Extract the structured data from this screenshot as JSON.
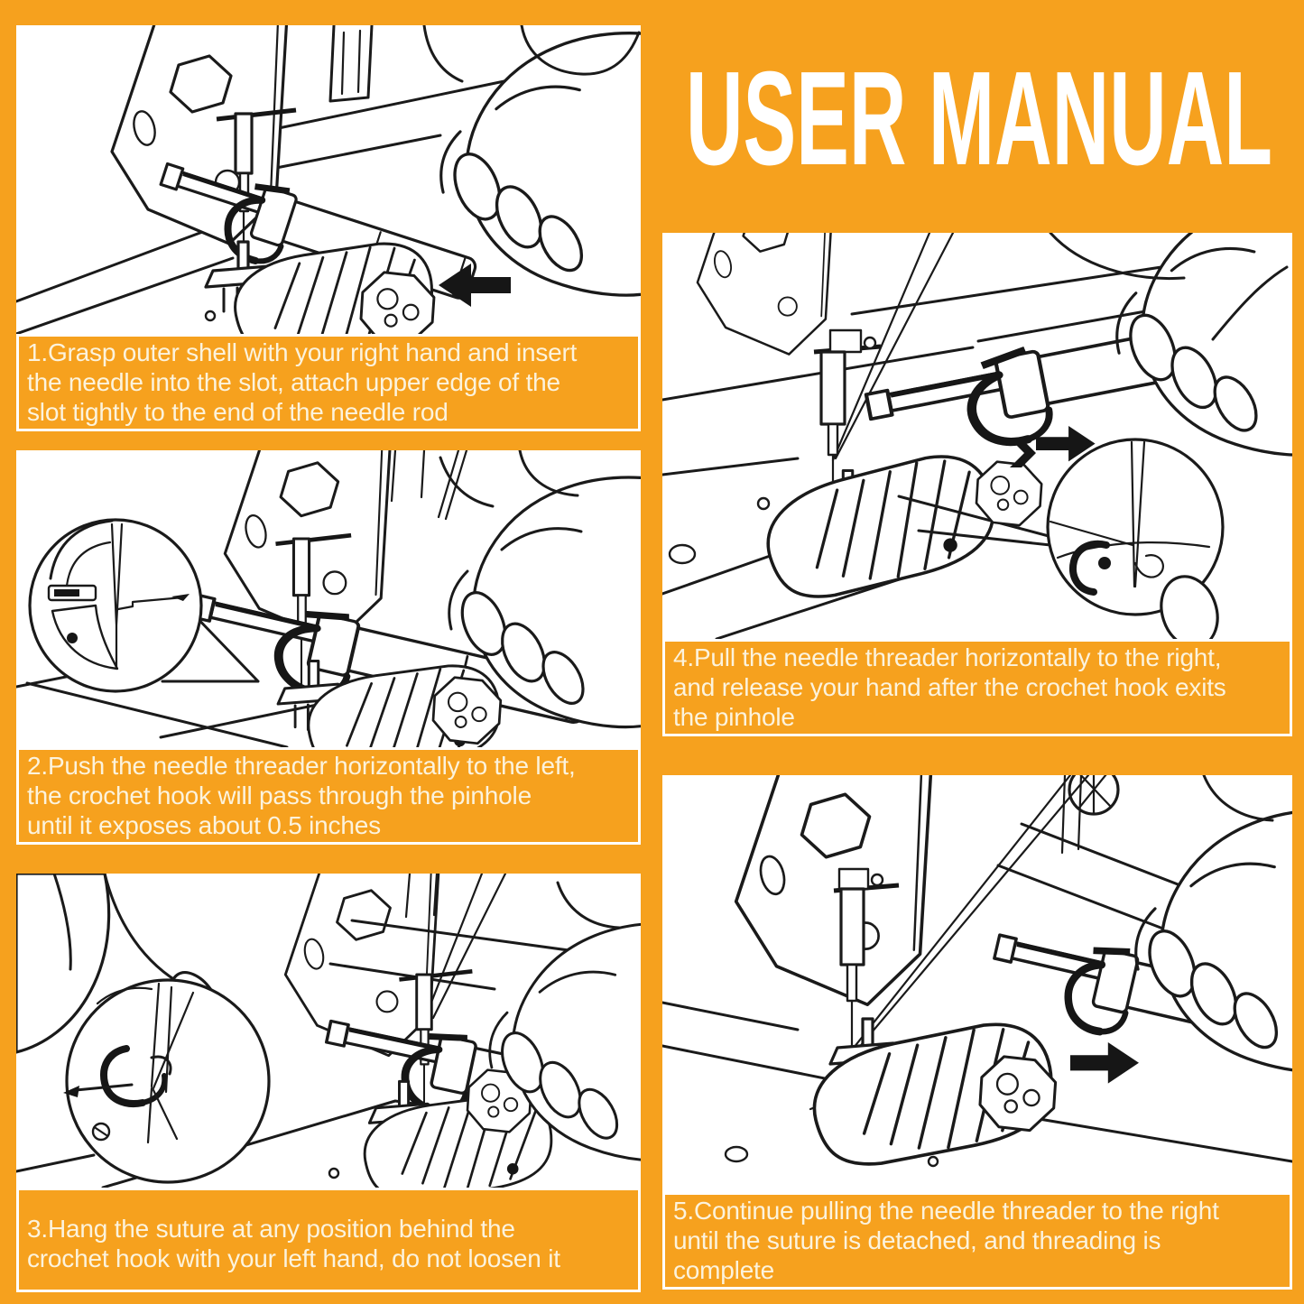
{
  "title": "USER MANUAL",
  "colors": {
    "background": "#F6A11E",
    "panel_background": "#FFFFFF",
    "caption_background": "#F6A11E",
    "caption_border": "#FFFFFF",
    "caption_text": "#FCF3DD",
    "title_text": "#FFFFFF",
    "line_art": "#1A1A1A"
  },
  "icons": {
    "step1": "arrow-left-icon",
    "step2": "arrow-left-icon",
    "step4": "arrow-right-icon",
    "step5": "arrow-right-icon",
    "magnifier": "magnifier-circle-icon"
  },
  "steps": [
    {
      "number": 1,
      "caption_lines": [
        "1.Grasp outer shell with your right hand and insert",
        "the needle into the slot, attach upper edge of the",
        "slot tightly to the end of the needle rod"
      ],
      "arrow_direction": "left",
      "has_magnifier": false
    },
    {
      "number": 2,
      "caption_lines": [
        "2.Push the needle threader horizontally to the left,",
        "the crochet hook will pass through the pinhole",
        "until it exposes about 0.5 inches"
      ],
      "arrow_direction": "left",
      "has_magnifier": true
    },
    {
      "number": 3,
      "caption_lines": [
        "3.Hang the suture at any position behind the",
        "crochet hook with your left hand, do not loosen it"
      ],
      "arrow_direction": "none",
      "has_magnifier": true
    },
    {
      "number": 4,
      "caption_lines": [
        "4.Pull the needle threader horizontally to the right,",
        "and release your hand after the crochet hook exits",
        "the pinhole"
      ],
      "arrow_direction": "right",
      "has_magnifier": true
    },
    {
      "number": 5,
      "caption_lines": [
        "5.Continue pulling the needle threader to the right",
        "until the suture is detached, and threading is",
        "complete"
      ],
      "arrow_direction": "right",
      "has_magnifier": false
    }
  ]
}
